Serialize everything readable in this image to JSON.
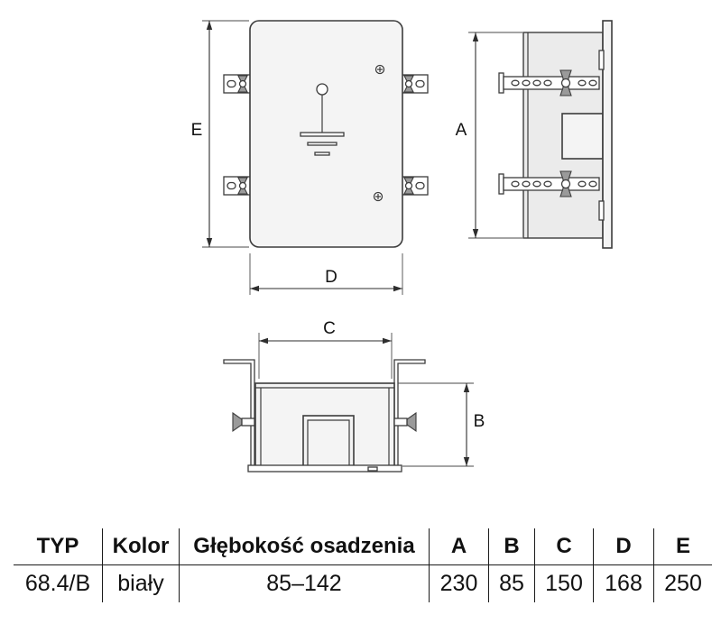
{
  "drawing": {
    "front_view": {
      "height_label": "E",
      "width_label": "D",
      "symbol": "ground-symbol-icon"
    },
    "side_view": {
      "height_label": "A"
    },
    "bottom_view": {
      "width_label": "C",
      "depth_label": "B"
    }
  },
  "table": {
    "headers": [
      "TYP",
      "Kolor",
      "Głębokość osadzenia",
      "A",
      "B",
      "C",
      "D",
      "E"
    ],
    "rows": [
      [
        "68.4/B",
        "biały",
        "85–142",
        "230",
        "85",
        "150",
        "168",
        "250"
      ]
    ]
  },
  "colors": {
    "line": "#3c3c3c",
    "face": "#f4f4f4",
    "body": "#ebebeb",
    "rule": "#1a1a1a",
    "text": "#111111",
    "nut": "#9a9a9a"
  }
}
